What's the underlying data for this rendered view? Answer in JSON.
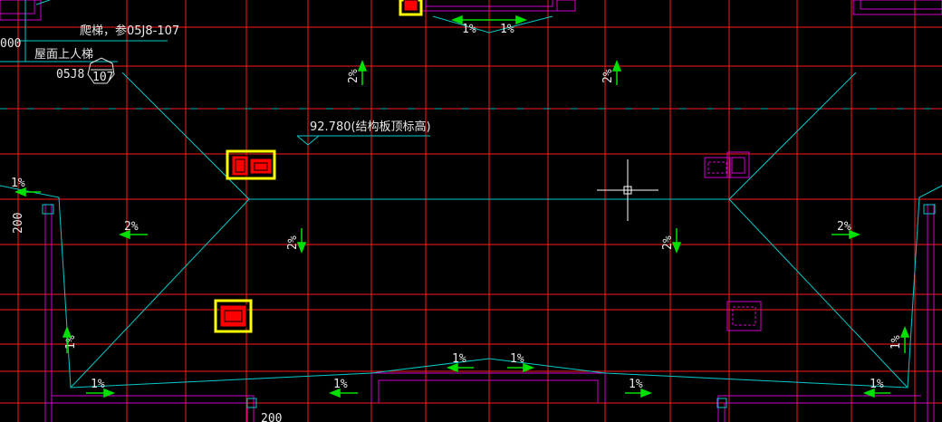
{
  "colors": {
    "background": "#000000",
    "grid": "#ff1a1a",
    "ridge": "#00c8c8",
    "wall": "#d000d0",
    "highlight": "#ffff00",
    "arrow": "#00e000",
    "text": "#e8e8e8"
  },
  "annotations": {
    "ladder_note": "爬梯，参05J8-107",
    "roof_ladder": "屋面上人梯",
    "std_code": "05J8",
    "detail_no": "107",
    "elevation": "92.780(结构板顶标高)",
    "dim_left": "200",
    "dim_bottom": "200",
    "dim_top_left": "000"
  },
  "slopes": {
    "top_left_vertical": "2%",
    "top_right_vertical": "2%",
    "top_pair_left": "1%",
    "top_pair_right": "1%",
    "left_edge": "1%",
    "left_field": "2%",
    "center_left_vertical": "2%",
    "center_right_vertical": "2%",
    "right_field": "2%",
    "left_side_vertical": "1%",
    "right_side_vertical": "1%",
    "bottom_1": "1%",
    "bottom_2": "1%",
    "bottom_3": "1%",
    "bottom_4": "1%",
    "bottom_5": "1%",
    "bottom_6": "1%"
  }
}
